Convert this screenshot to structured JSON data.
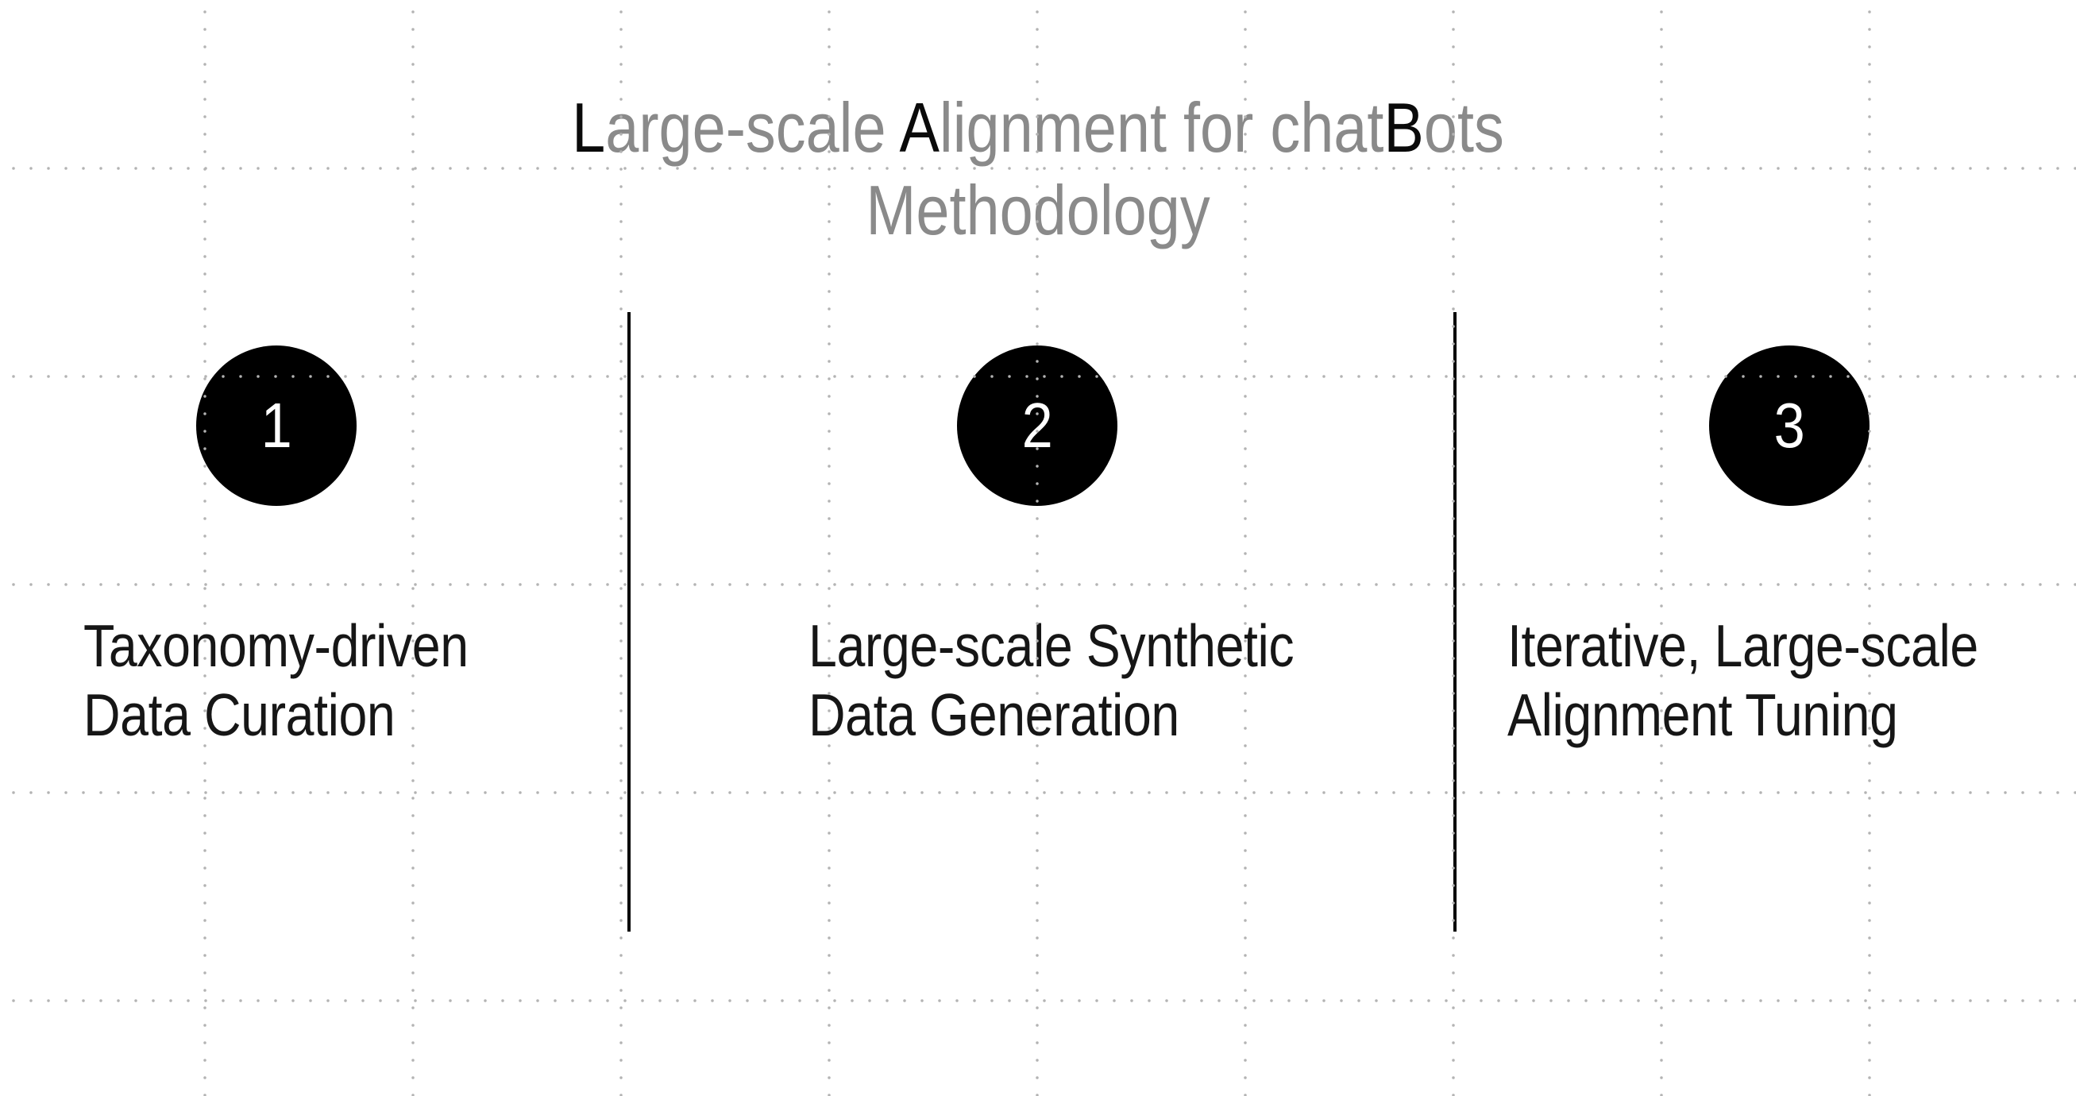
{
  "slide": {
    "title": {
      "line1_segments": [
        {
          "text": "L",
          "emphasis": true
        },
        {
          "text": "arge-scale ",
          "emphasis": false
        },
        {
          "text": "A",
          "emphasis": true
        },
        {
          "text": "lignment for chat",
          "emphasis": false
        },
        {
          "text": "B",
          "emphasis": true
        },
        {
          "text": "ots",
          "emphasis": false
        }
      ],
      "line2": "Methodology"
    },
    "steps": [
      {
        "number": "1",
        "label_line1": "Taxonomy-driven",
        "label_line2": "Data Curation"
      },
      {
        "number": "2",
        "label_line1": "Large-scale Synthetic",
        "label_line2": "Data Generation"
      },
      {
        "number": "3",
        "label_line1": "Iterative, Large-scale",
        "label_line2": "Alignment Tuning"
      }
    ],
    "colors": {
      "background": "#ffffff",
      "title_gray": "#8a8a8a",
      "title_emphasis": "#0a0a0a",
      "label_text": "#161616",
      "circle_fill": "#000000",
      "circle_number": "#ffffff",
      "grid_dot": "#b3b3b3",
      "divider": "#000000"
    }
  }
}
